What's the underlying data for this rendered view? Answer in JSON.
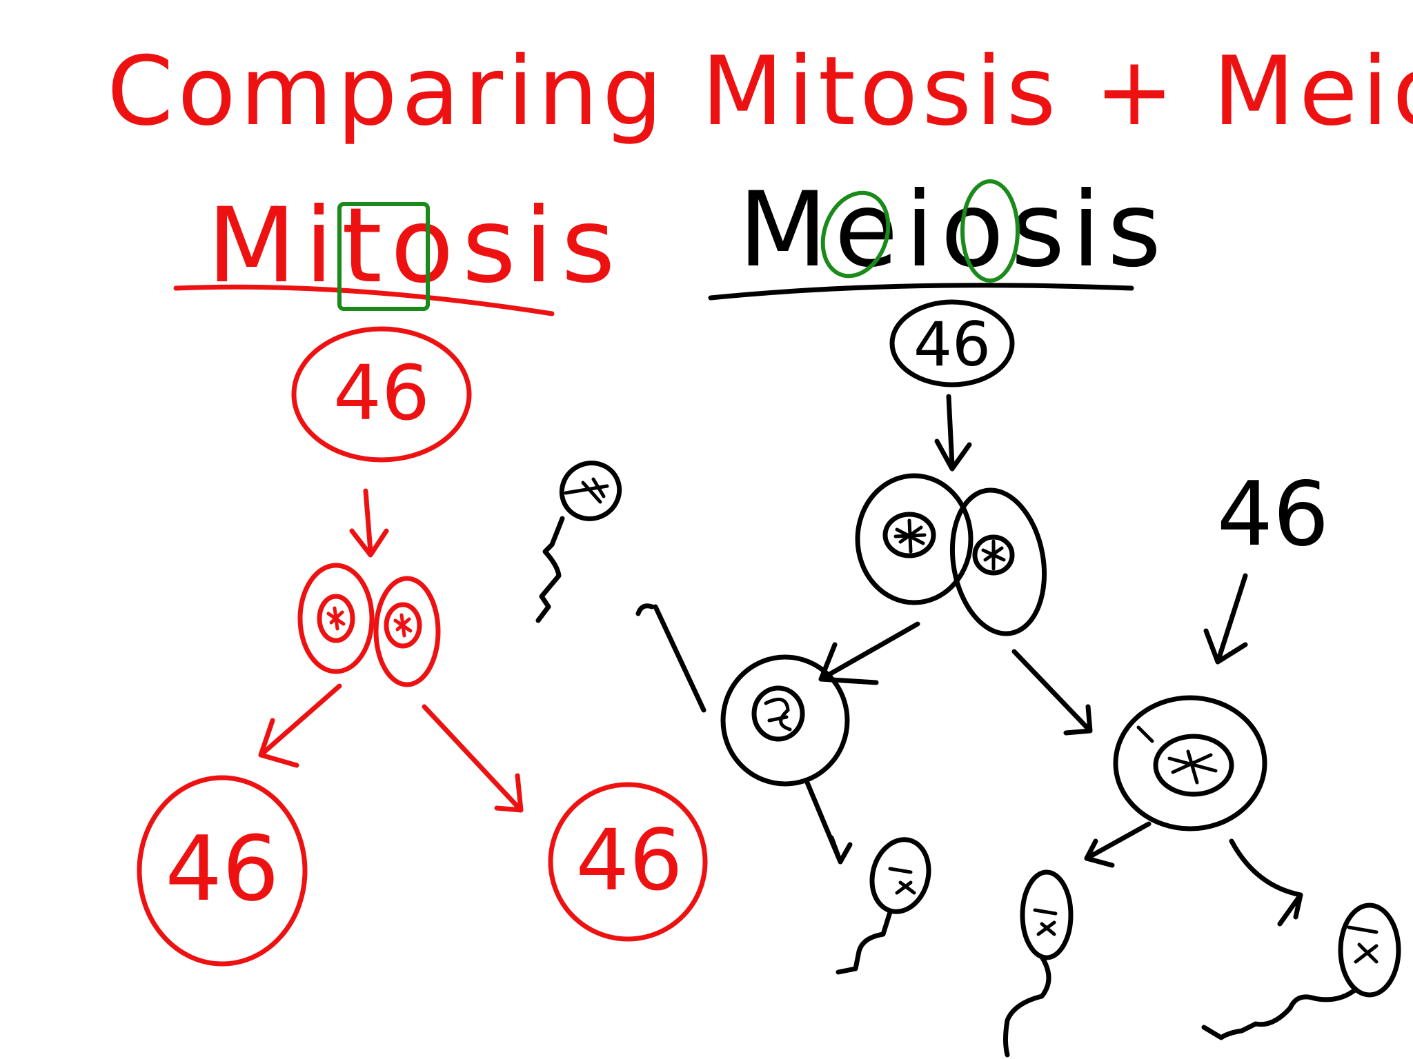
{
  "title": "Comparing Mitosis + Meiosis",
  "colors": {
    "red": "#ee1111",
    "black": "#000000",
    "green": "#1a8a1a",
    "background": "#ffffff"
  },
  "mitosis": {
    "heading": "Mitosis",
    "parent": "46",
    "daughter_left": "46",
    "daughter_right": "46"
  },
  "meiosis": {
    "heading": "Meiosis",
    "parent": "46",
    "fertilization_number": "46"
  }
}
